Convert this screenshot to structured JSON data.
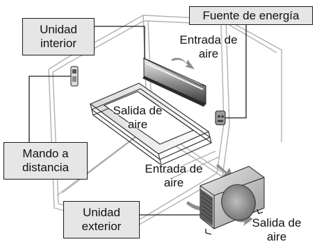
{
  "callouts": {
    "indoor_unit": {
      "line1": "Unidad",
      "line2": "interior"
    },
    "power_source": {
      "line1": "Fuente de energía"
    },
    "remote_control": {
      "line1": "Mando a",
      "line2": "distancia"
    },
    "outdoor_unit": {
      "line1": "Unidad",
      "line2": "exterior"
    }
  },
  "flow_labels": {
    "indoor_air_inlet": {
      "line1": "Entrada de",
      "line2": "aire"
    },
    "indoor_air_outlet": {
      "line1": "Salida de",
      "line2": "aire"
    },
    "outdoor_air_inlet": {
      "line1": "Entrada de",
      "line2": "aire"
    },
    "outdoor_air_outlet": {
      "line1": "Salida de",
      "line2": "aire"
    }
  },
  "colors": {
    "callout_fill": "#e6e6e6",
    "room_lines": "#b0b0b0",
    "leader_lines": "#1a1a1a"
  },
  "icons": [
    "indoor-unit-icon",
    "outdoor-unit-icon",
    "remote-control-icon",
    "power-outlet-icon",
    "airflow-arrow-icon"
  ]
}
